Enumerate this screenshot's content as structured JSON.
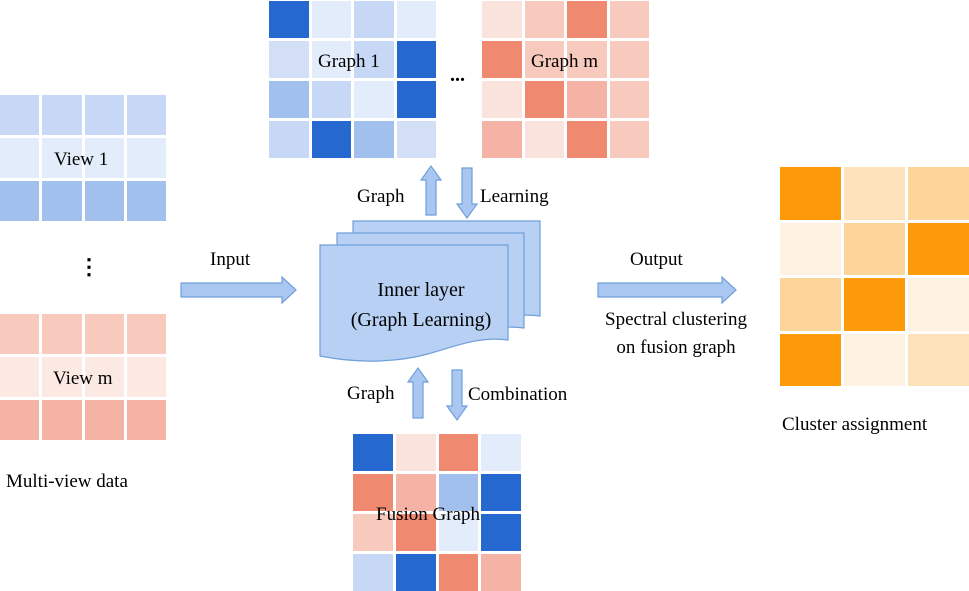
{
  "colors": {
    "blue": [
      "#e3ecfa",
      "#c6d8f5",
      "#a2c0ee",
      "#2568d0",
      "#d2dff7"
    ],
    "red": [
      "#fbe3dd",
      "#f8c9bd",
      "#f4b3a4",
      "#ef8a70",
      "#fce9e4"
    ],
    "orange": [
      "#fdf2e1",
      "#fde2bb",
      "#fdd499",
      "#fd9a0a"
    ],
    "arrow_fill": "#a9c7f0",
    "arrow_stroke": "#6f9fdc",
    "layer_fill": "#b7d0f3",
    "layer_stroke": "#6f9fdc"
  },
  "view1": {
    "label": "View 1",
    "cells": [
      "b1",
      "b1",
      "b1",
      "b1",
      "b0",
      "b0",
      "b0",
      "b0",
      "b2",
      "b2",
      "b2",
      "b2"
    ]
  },
  "viewm": {
    "label": "View m",
    "cells": [
      "r1",
      "r1",
      "r1",
      "r1",
      "r4",
      "r4",
      "r4",
      "r4",
      "r2",
      "r2",
      "r2",
      "r2"
    ]
  },
  "vdots": "⋮",
  "multiview_label": "Multi-view data",
  "graph1": {
    "label": "Graph 1",
    "cells": [
      "b3",
      "b0",
      "b1",
      "b0",
      "b4",
      "b0",
      "b1",
      "b3",
      "b2",
      "b1",
      "b0",
      "b3",
      "b1",
      "b3",
      "b2",
      "b4"
    ]
  },
  "hdots": "...",
  "graphm": {
    "label": "Graph m",
    "cells": [
      "r0",
      "r1",
      "r3",
      "r1",
      "r3",
      "r1",
      "r1",
      "r1",
      "r0",
      "r3",
      "r2",
      "r1",
      "r2",
      "r0",
      "r3",
      "r1"
    ]
  },
  "arrows": {
    "input": "Input",
    "output": "Output",
    "graph_up": "Graph",
    "learning": "Learning",
    "graph_up2": "Graph",
    "combination": "Combination"
  },
  "inner_layer": {
    "line1": "Inner layer",
    "line2": "(Graph Learning)"
  },
  "spectral": {
    "line1": "Spectral clustering",
    "line2": "on fusion graph"
  },
  "fusion": {
    "label": "Fusion Graph",
    "cells": [
      "b3",
      "r0",
      "r3",
      "b0",
      "r3",
      "r2",
      "b2",
      "b3",
      "r1",
      "r3",
      "b0",
      "b3",
      "b1",
      "b3",
      "r3",
      "r2"
    ]
  },
  "cluster": {
    "label": "Cluster assignment",
    "cells": [
      "o3",
      "o1",
      "o2",
      "o0",
      "o2",
      "o3",
      "o2",
      "o3",
      "o0",
      "o3",
      "o0",
      "o1"
    ]
  }
}
